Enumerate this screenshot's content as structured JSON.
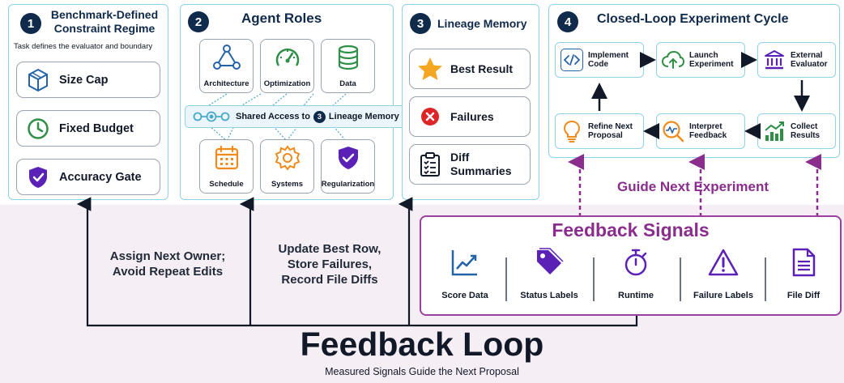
{
  "regime": {
    "number": "1",
    "title_line1": "Benchmark-Defined",
    "title_line2": "Constraint Regime",
    "subtitle": "Task defines the evaluator and boundary",
    "items": [
      {
        "label": "Size Cap",
        "icon": "cube-icon"
      },
      {
        "label": "Fixed Budget",
        "icon": "clock-icon"
      },
      {
        "label": "Accuracy Gate",
        "icon": "shield-check-icon"
      }
    ]
  },
  "roles": {
    "number": "2",
    "title": "Agent Roles",
    "top": [
      {
        "label": "Architecture",
        "icon": "network-icon"
      },
      {
        "label": "Optimization",
        "icon": "gauge-icon"
      },
      {
        "label": "Data",
        "icon": "database-icon"
      }
    ],
    "bottom": [
      {
        "label": "Schedule",
        "icon": "calendar-icon"
      },
      {
        "label": "Systems",
        "icon": "gear-icon"
      },
      {
        "label": "Regularization",
        "icon": "shield-check-icon"
      }
    ],
    "shared_prefix": "Shared Access to",
    "shared_num": "3",
    "shared_suffix": "Lineage Memory"
  },
  "memory": {
    "number": "3",
    "title": "Lineage Memory",
    "items": [
      {
        "label": "Best Result",
        "icon": "star-icon"
      },
      {
        "label": "Failures",
        "icon": "x-circle-icon"
      },
      {
        "label_line1": "Diff",
        "label_line2": "Summaries",
        "icon": "clipboard-icon"
      }
    ]
  },
  "cycle": {
    "number": "4",
    "title": "Closed-Loop Experiment Cycle",
    "implement": {
      "l1": "Implement",
      "l2": "Code"
    },
    "launch": {
      "l1": "Launch",
      "l2": "Experiment"
    },
    "external": {
      "l1": "External",
      "l2": "Evaluator"
    },
    "collect": {
      "l1": "Collect",
      "l2": "Results"
    },
    "interpret": {
      "l1": "Interpret",
      "l2": "Feedback"
    },
    "refine": {
      "l1": "Refine Next",
      "l2": "Proposal"
    }
  },
  "guide_label": "Guide Next Experiment",
  "feedback_signals": {
    "title": "Feedback Signals",
    "items": [
      {
        "label": "Score Data",
        "icon": "chart-line-icon"
      },
      {
        "label": "Status Labels",
        "icon": "tag-icon"
      },
      {
        "label": "Runtime",
        "icon": "stopwatch-icon"
      },
      {
        "label": "Failure Labels",
        "icon": "warning-icon"
      },
      {
        "label": "File Diff",
        "icon": "file-icon"
      }
    ]
  },
  "loop_texts": {
    "assign": {
      "l1": "Assign Next Owner;",
      "l2": "Avoid Repeat Edits"
    },
    "update": {
      "l1": "Update Best Row,",
      "l2": "Store Failures,",
      "l3": "Record File Diffs"
    }
  },
  "footer": {
    "title": "Feedback Loop",
    "subtitle": "Measured Signals Guide the Next Proposal"
  },
  "colors": {
    "navy": "#0f2a4a",
    "teal_border": "#8fd3e8",
    "purple": "#8a2d8c",
    "icon_blue": "#2563a8",
    "orange": "#f08a1c",
    "green": "#2f8f46",
    "violet": "#5b21b6",
    "red": "#dc2626"
  }
}
